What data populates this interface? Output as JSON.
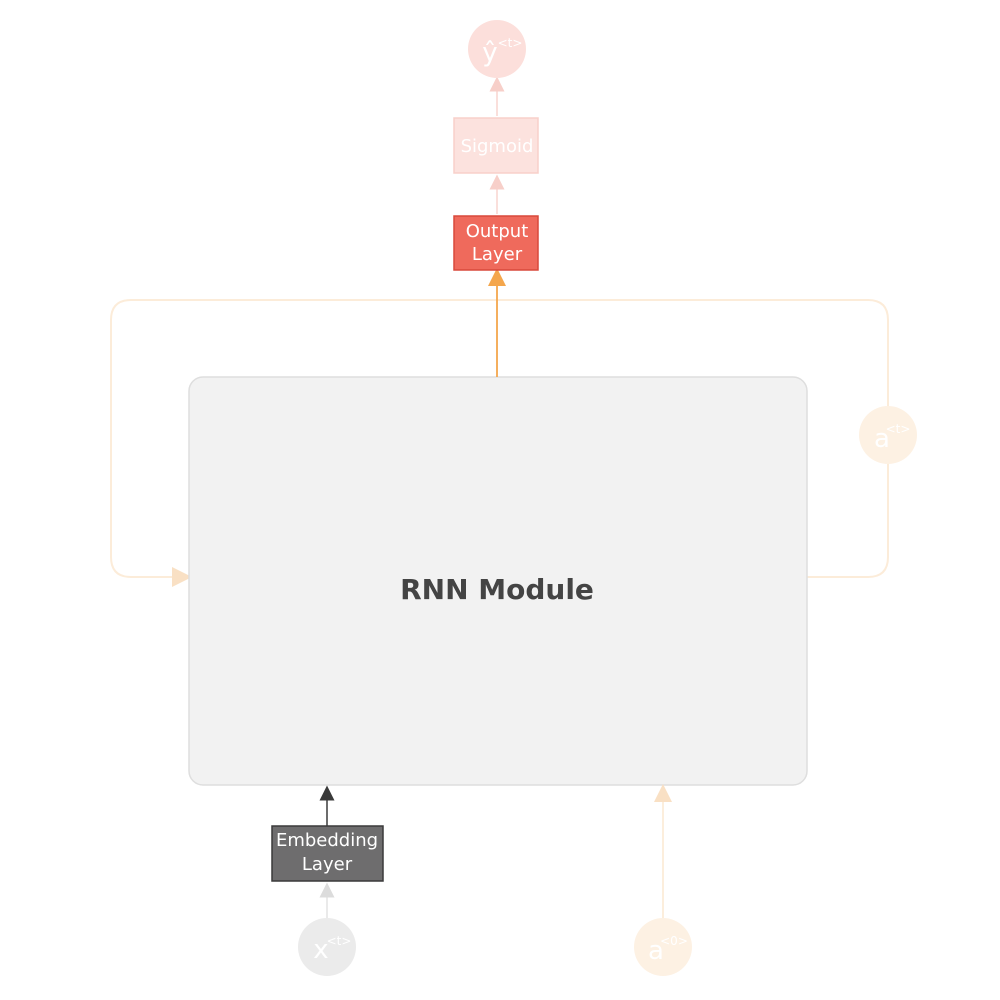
{
  "rnn_module": {
    "label": "RNN Module"
  },
  "output_layer": {
    "line1": "Output",
    "line2": "Layer"
  },
  "sigmoid": {
    "label": "Sigmoid"
  },
  "embedding_layer": {
    "line1": "Embedding",
    "line2": "Layer"
  },
  "nodes": {
    "y_hat": {
      "base": "ŷ",
      "sup": "<t>"
    },
    "a_out": {
      "base": "a",
      "sup": "<t>"
    },
    "x_in": {
      "base": "x",
      "sup": "<t>"
    },
    "a_prev": {
      "base": "a",
      "sup": "<0>"
    }
  },
  "colors": {
    "module_fill": "#f2f2f2",
    "module_stroke": "#dedede",
    "output_fill": "#ef6a5c",
    "output_stroke": "#d9493b",
    "embedding_fill": "#6e6d6e",
    "embedding_stroke": "#3a3a3a",
    "orange": "#f4a64c",
    "faint_orange": "#fcecd9",
    "faint_red": "#fbdcd8",
    "grey_node": "#e6e6e6"
  }
}
